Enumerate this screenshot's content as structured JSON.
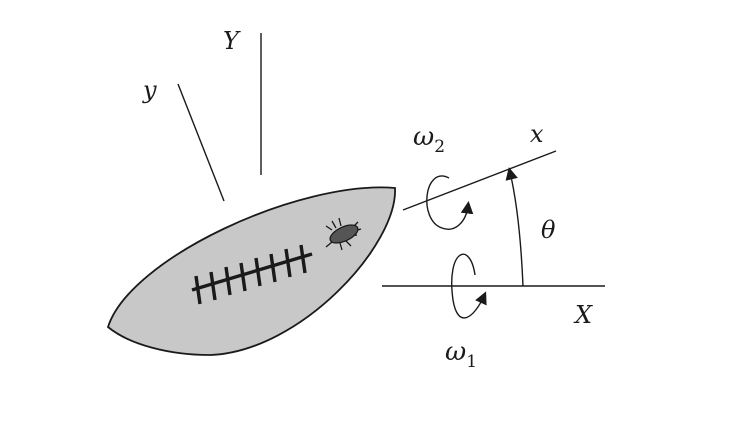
{
  "labels": {
    "Y": "Y",
    "y": "y",
    "x": "x",
    "X": "X",
    "theta": "θ",
    "omega2": {
      "symbol": "ω",
      "sub": "2"
    },
    "omega1": {
      "symbol": "ω",
      "sub": "1"
    }
  },
  "colors": {
    "ball_fill": "#c8c8c8",
    "bug_fill": "#555555",
    "ink": "#1a1a1a"
  },
  "icons": [
    "football-icon",
    "bug-icon",
    "rotation-arrow-icon"
  ]
}
